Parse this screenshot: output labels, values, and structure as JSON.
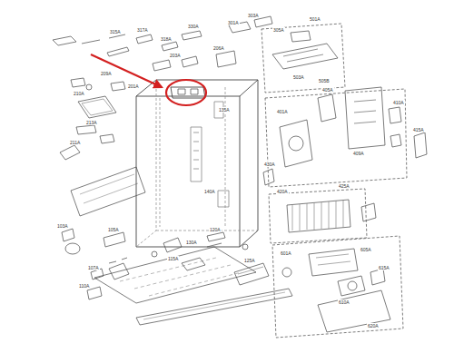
{
  "diagram": {
    "labels": [
      "301A",
      "303A",
      "305A",
      "315A",
      "317A",
      "318A",
      "330A",
      "501A",
      "503A",
      "505B",
      "201A",
      "203A",
      "206A",
      "209A",
      "210A",
      "211A",
      "213A",
      "103A",
      "105A",
      "107A",
      "110A",
      "115A",
      "120A",
      "125A",
      "130A",
      "135A",
      "140A",
      "401A",
      "405A",
      "409A",
      "410A",
      "415A",
      "420A",
      "425A",
      "430A",
      "601A",
      "605A",
      "610A",
      "615A",
      "620A"
    ]
  }
}
